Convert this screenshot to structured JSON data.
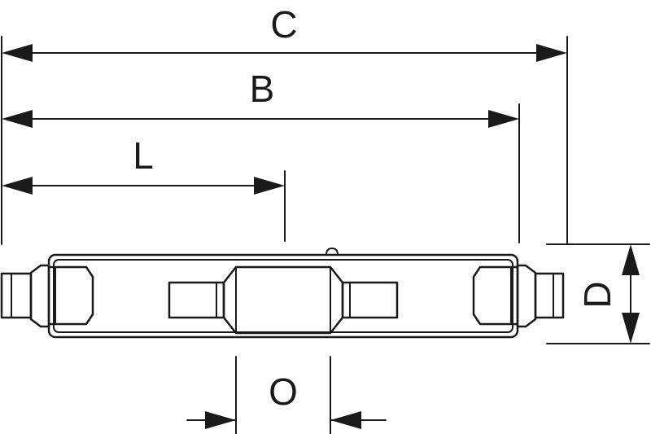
{
  "diagram": {
    "dimension_labels": {
      "overall_length": "C",
      "pin_span": "B",
      "light_center": "L",
      "diameter": "D",
      "arc_tube": "O"
    },
    "colors": {
      "line": "#1a1a1a",
      "background": "#ffffff"
    }
  }
}
